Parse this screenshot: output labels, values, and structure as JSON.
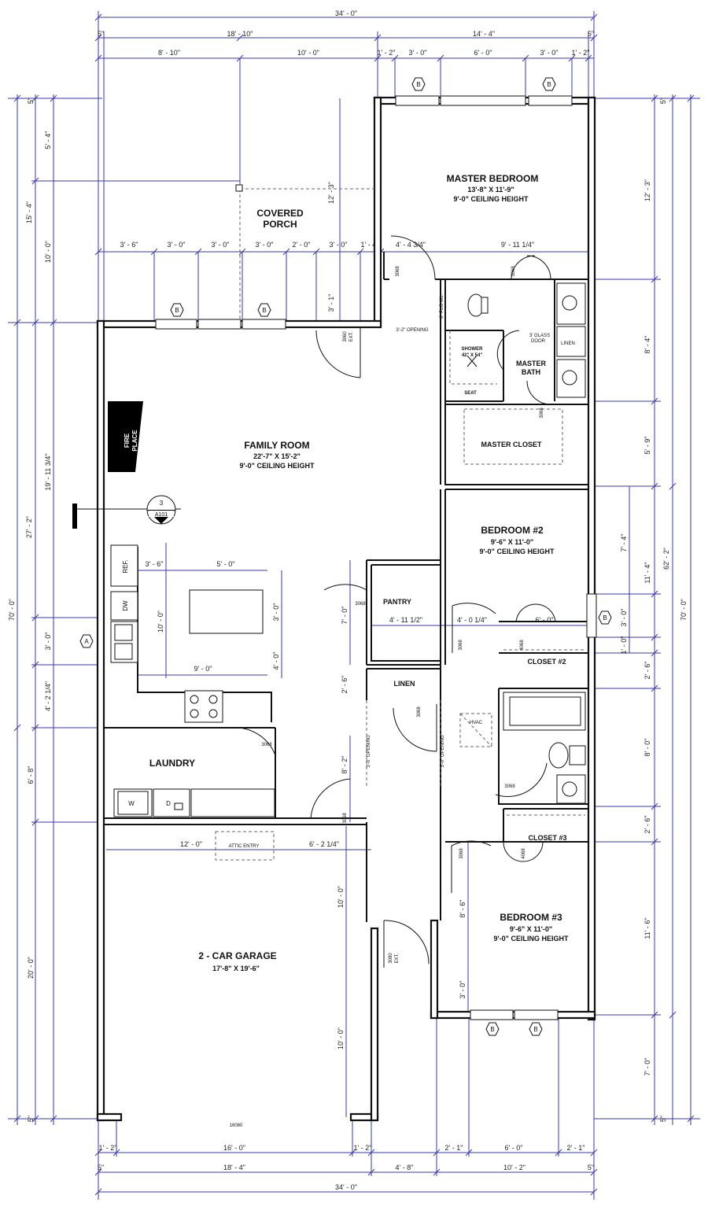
{
  "rooms": {
    "master_bedroom": {
      "name": "MASTER BEDROOM",
      "size": "13'-8\"  X 11'-9\"",
      "ceiling": "9'-0\" CEILING HEIGHT"
    },
    "covered_porch": {
      "line1": "COVERED",
      "line2": "PORCH"
    },
    "family_room": {
      "name": "FAMILY ROOM",
      "size": "22'-7\"  X 15'-2\"",
      "ceiling": "9'-0\" CEILING HEIGHT"
    },
    "master_bath": {
      "line1": "MASTER",
      "line2": "BATH"
    },
    "master_closet": {
      "name": "MASTER CLOSET"
    },
    "bedroom2": {
      "name": "BEDROOM #2",
      "size": "9'-6\"  X 11'-0\"",
      "ceiling": "9'-0\" CEILING HEIGHT"
    },
    "pantry": {
      "name": "PANTRY"
    },
    "linen": {
      "name": "LINEN"
    },
    "closet2": {
      "name": "CLOSET #2"
    },
    "laundry": {
      "name": "LAUNDRY"
    },
    "closet3": {
      "name": "CLOSET #3"
    },
    "bedroom3": {
      "name": "BEDROOM #3",
      "size": "9'-6\"  X 11'-0\"",
      "ceiling": "9'-0\" CEILING HEIGHT"
    },
    "garage": {
      "name": "2 - CAR GARAGE",
      "size": "17'-8\"  X 19'-6\""
    }
  },
  "labels": {
    "fire": "FIRE",
    "place": "PLACE",
    "ref": "REF.",
    "dw": "DW",
    "washer": "W",
    "dryer": "D",
    "attic_entry": "ATTIC ENTRY",
    "shower_1": "SHOWER",
    "shower_2": "42\" X 54\"",
    "seat": "SEAT",
    "linen_small": "LINEN",
    "glass_door_1": "3' GLASS",
    "glass_door_2": "DOOR",
    "hvac": "HVAC",
    "plg_wl": "6\" PLG WL",
    "opening_top": "3'-2\" OPENING",
    "opening_left": "3'-0\" OPENING",
    "opening_right": "3'-0\" OPENING",
    "ext_door_a": "3060",
    "ext_door_a2": "EXT.",
    "ext_door_b": "3080",
    "ext_door_b2": "EXT.",
    "door_3068": "3068",
    "door_4068": "4068",
    "garage_door": "16080",
    "section_num": "3",
    "section_sheet": "A101",
    "tag_a": "A",
    "tag_b": "B"
  },
  "dims": {
    "overall_top": "34' - 0\"",
    "overall_bottom": "34' - 0\"",
    "top_left_wide": "18' - 10\"",
    "top_right_wide": "14' - 4\"",
    "top_5a": "5\"",
    "top_5b": "5\"",
    "top_row": [
      "8' - 10\"",
      "10' - 0\"",
      "1' - 2\"",
      "3' - 0\"",
      "6' - 0\"",
      "3' - 0\"",
      "1' - 2\""
    ],
    "porch_row": [
      "3' - 6\"",
      "3' - 0\"",
      "3' - 0\"",
      "3' - 0\"",
      "2' - 0\"",
      "3' - 0\"",
      "1' - 4\""
    ],
    "porch_height": "12' - 3\"",
    "porch_step": "3' - 1\"",
    "mb_door": "4' - 4 3/4\"",
    "mb_width": "9' - 11 1/4\"",
    "kitchen_island": "5' - 0\"",
    "kitchen_left": "3' - 6\"",
    "kitchen_depth": "10' - 0\"",
    "kitchen_9": "9' - 0\"",
    "island_3": "3' - 0\"",
    "island_4": "4' - 0\"",
    "pantry_w": "4' - 11 1/2\"",
    "pantry_h": "7' - 0\"",
    "hall_w": "4' - 0 1/4\"",
    "closet2_w": "6' - 0\"",
    "linen_26": "2' - 6\"",
    "laundry_82": "8' - 2\"",
    "garage_12": "12' - 0\"",
    "garage_621": "6' - 2 1/4\"",
    "garage_10a": "10' - 0\"",
    "garage_10b": "10' - 0\"",
    "bed3_86": "8' - 6\"",
    "bed3_30": "3' - 0\"",
    "left_col": [
      "5\"",
      "5' - 4\"",
      "10' - 0\"",
      "19' - 11 3/4\"",
      "3' - 0\"",
      "4' - 2 1/4\"",
      "6' - 8\"",
      "20' - 0\"",
      "5\""
    ],
    "left_outer": [
      "15' - 4\"",
      "27' - 2\"",
      "70' - 0\""
    ],
    "right_col": [
      "5\"",
      "12' - 3\"",
      "8' - 4\"",
      "5' - 9\"",
      "7' - 4\"",
      "3' - 0\"",
      "1' - 0\"",
      "2' - 6\"",
      "8' - 0\"",
      "2' - 6\"",
      "11' - 6\"",
      "7' - 0\"",
      "5\""
    ],
    "right_mid": [
      "11' - 4\""
    ],
    "right_outer": [
      "62' - 2\"",
      "70' - 0\""
    ],
    "bottom_row": [
      "1' - 2\"",
      "16' - 0\"",
      "1' - 2\"",
      "2' - 1\"",
      "6' - 0\"",
      "2' - 1\""
    ],
    "bottom_row2": [
      "18' - 4\"",
      "4' - 8\"",
      "10' - 2\""
    ],
    "bottom_5a": "5\"",
    "bottom_5b": "5\""
  }
}
